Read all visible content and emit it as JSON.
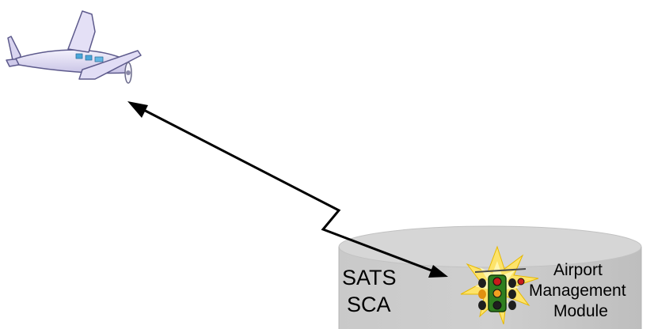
{
  "diagram": {
    "sca_label": [
      "SATS",
      "SCA"
    ],
    "module_label": [
      "Airport",
      "Management",
      "Module"
    ],
    "colors": {
      "cylinder_top": "#d4d4d4",
      "cylinder_side": "#c4c4c4",
      "aircraft_body": "#e6e2f7",
      "aircraft_outline": "#5d5a8c",
      "aircraft_windows": "#4aa6d9",
      "signal_body": "#2f7f1f",
      "starburst": "#fde36a",
      "arrow": "#000000"
    },
    "icons": [
      "aircraft-icon",
      "traffic-light-icon",
      "starburst-icon",
      "datalink-arrow-icon",
      "database-cylinder-icon"
    ]
  }
}
